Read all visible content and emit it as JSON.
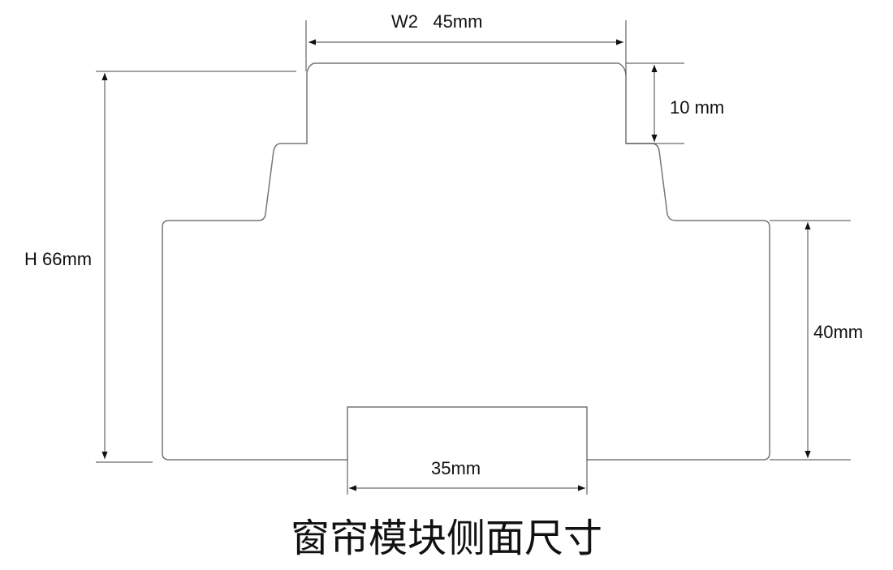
{
  "dimensions": {
    "top_width": "W2   45mm",
    "total_height": "H 66mm",
    "top_step_height": "10 mm",
    "body_height": "40mm",
    "rail_width": "35mm"
  },
  "title": "窗帘模块侧面尺寸",
  "colors": {
    "outline": "#777777",
    "dimension": "#333333",
    "text": "#111111"
  }
}
